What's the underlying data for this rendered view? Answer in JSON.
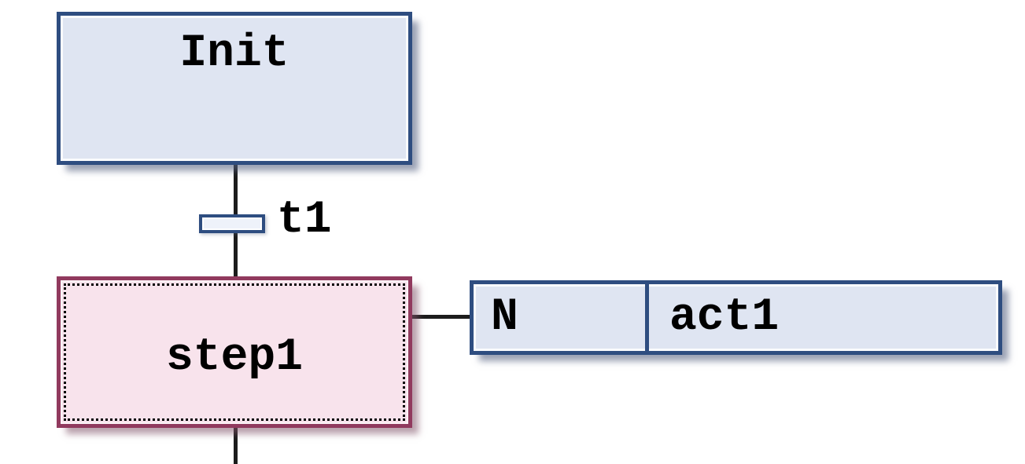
{
  "diagram": {
    "init_step": {
      "label": "Init"
    },
    "transition": {
      "label": "t1"
    },
    "selected_step": {
      "label": "step1"
    },
    "action_block": {
      "qualifier": "N",
      "action_name": "act1"
    }
  },
  "colors": {
    "step_border": "#2e4d80",
    "step_fill": "#dfe5f2",
    "selected_step_border": "#913a5e",
    "selected_step_fill": "#f8e3ec",
    "transition_border": "#2e4d80",
    "transition_fill": "#eef2fa",
    "action_border": "#2e4d80",
    "action_fill": "#dfe5f2",
    "link_line": "#1c1c1c",
    "text": "#000000",
    "background": "#ffffff"
  }
}
